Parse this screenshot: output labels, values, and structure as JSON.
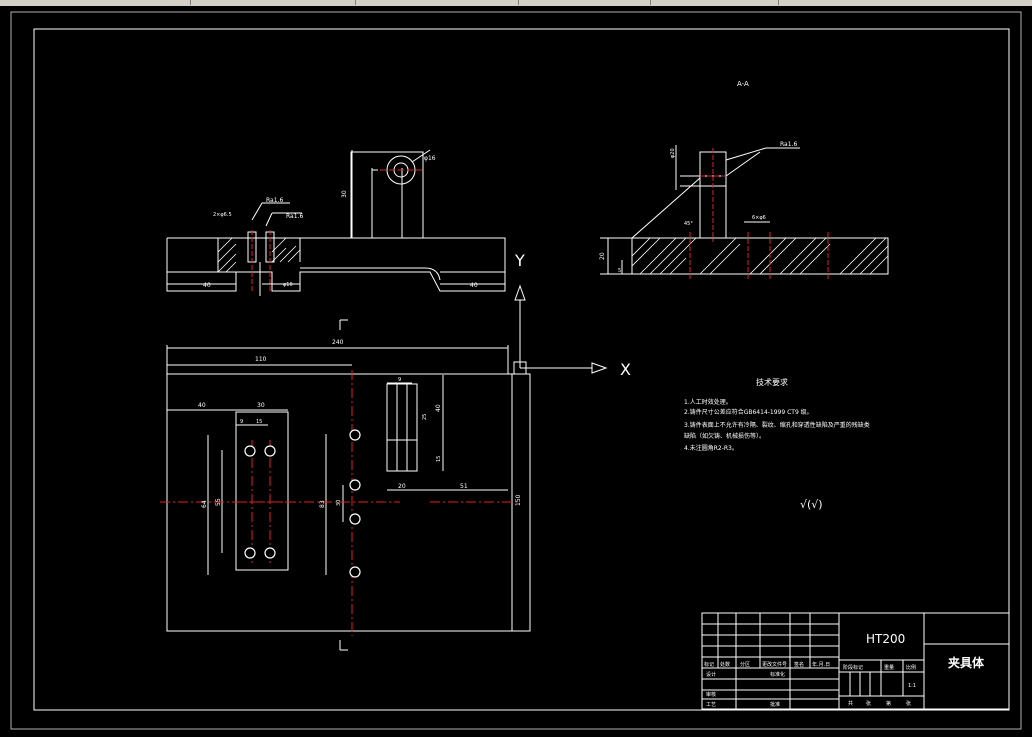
{
  "section_label": "A-A",
  "axes": {
    "y": "Y",
    "x": "X"
  },
  "tech_requirements": {
    "title": "技术要求",
    "items": [
      "1.人工时效处理。",
      "2.铸件尺寸公差应符合GB6414-1999 CT9 级。",
      "3.铸件表面上不允许有冷隔、裂纹、缩孔和穿透性缺陷及严重的残缺类",
      "缺陷（如欠铸、机械损伤等）。",
      "4.未注圆角R2-R3。"
    ]
  },
  "roughness_note": "√(√)",
  "front_view_dims": {
    "d1": "40",
    "d2": "40",
    "d3": "Ra1.6",
    "d4": "Ra1.6",
    "d5": "2×φ6.5",
    "d6": "φ10",
    "d7": "30",
    "d8": "φ16"
  },
  "plan_view_dims": {
    "w240": "240",
    "w110": "110",
    "w40": "40",
    "w30": "30",
    "w9": "9",
    "w15": "15",
    "h40": "40",
    "h25": "25",
    "w20": "20",
    "w51": "51",
    "h150": "150",
    "h64": "64",
    "h55": "55",
    "h83": "83"
  },
  "section_view_dims": {
    "ra": "Ra1.6",
    "d1": "φ20",
    "d2": "20",
    "d3": "45°",
    "d4": "5",
    "d5": "6×φ6"
  },
  "title_block": {
    "material": "HT200",
    "part_name": "夹具体",
    "headers": [
      "标记",
      "处数",
      "分区",
      "更改文件号",
      "签名",
      "年.月.日"
    ],
    "row_design": [
      "设计",
      "",
      "标准化"
    ],
    "row_audit": [
      "审核"
    ],
    "row_process": [
      "工艺",
      "",
      "批准"
    ],
    "stage_labels": [
      "阶段标记",
      "重量",
      "比例"
    ],
    "scale": "1:1",
    "sheet_labels": [
      "共",
      "张",
      "第",
      "张"
    ]
  }
}
